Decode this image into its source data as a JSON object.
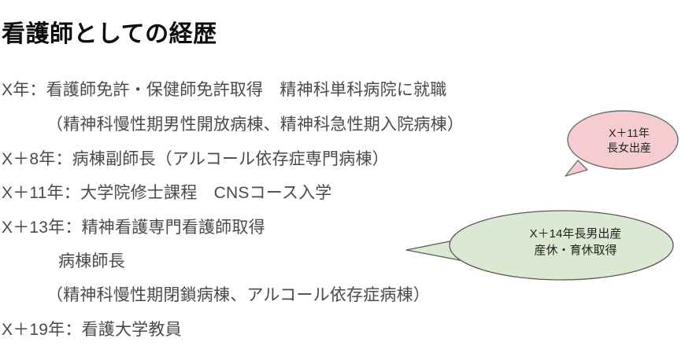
{
  "slide": {
    "title": "看護師としての経歴",
    "background_color": "#ffffff",
    "title_color": "#0d0d0d",
    "body_text_color": "#4a4a4a"
  },
  "career": {
    "lines": [
      {
        "text": "X年：看護師免許・保健師免許取得　精神科単科病院に就職",
        "indent": "none"
      },
      {
        "text": "（精神科慢性期男性開放病棟、精神科急性期入院病棟）",
        "indent": "level-1"
      },
      {
        "text": "X＋8年：病棟副師長（アルコール依存症専門病棟）",
        "indent": "none"
      },
      {
        "text": "X＋11年：大学院修士課程　CNSコース入学",
        "indent": "none"
      },
      {
        "text": "X＋13年：精神看護専門看護師取得",
        "indent": "none"
      },
      {
        "text": "病棟師長",
        "indent": "level-2"
      },
      {
        "text": "（精神科慢性期閉鎖病棟、アルコール依存症病棟）",
        "indent": "level-1"
      },
      {
        "text": "X＋19年：看護大学教員",
        "indent": "none"
      }
    ]
  },
  "callouts": [
    {
      "id": "pink",
      "text": "X＋11年\n長女出産",
      "fill_color": "#f5ccd0",
      "stroke_color": "#6e6e6e",
      "shape": "oval-callout",
      "tail_direction": "bottom-left"
    },
    {
      "id": "green",
      "text": "X＋14年長男出産\n産休・育休取得",
      "fill_color": "#dbe8d2",
      "stroke_color": "#5a5a5a",
      "shape": "oval-callout",
      "tail_direction": "left"
    }
  ]
}
